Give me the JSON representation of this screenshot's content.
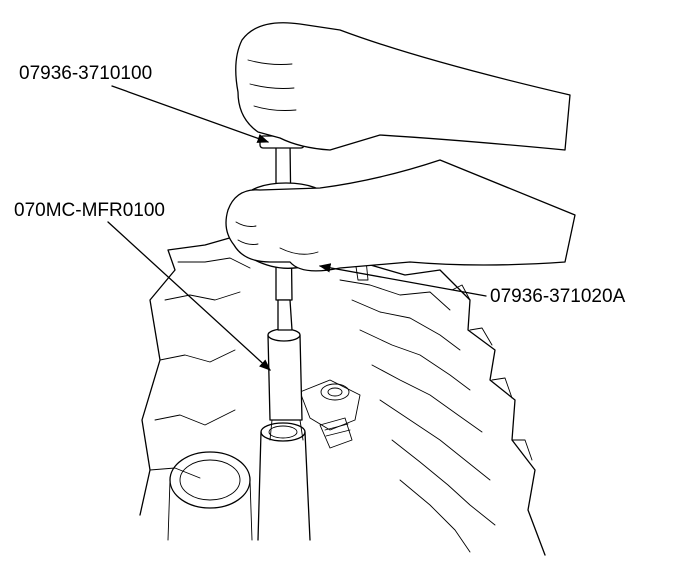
{
  "callouts": [
    {
      "id": "tool-07936-3710100",
      "text": "07936-3710100"
    },
    {
      "id": "tool-070mc-mfr0100",
      "text": "070MC-MFR0100"
    },
    {
      "id": "tool-07936-371020a",
      "text": "07936-371020A"
    }
  ],
  "colors": {
    "ink": "#000000",
    "background": "#ffffff"
  }
}
